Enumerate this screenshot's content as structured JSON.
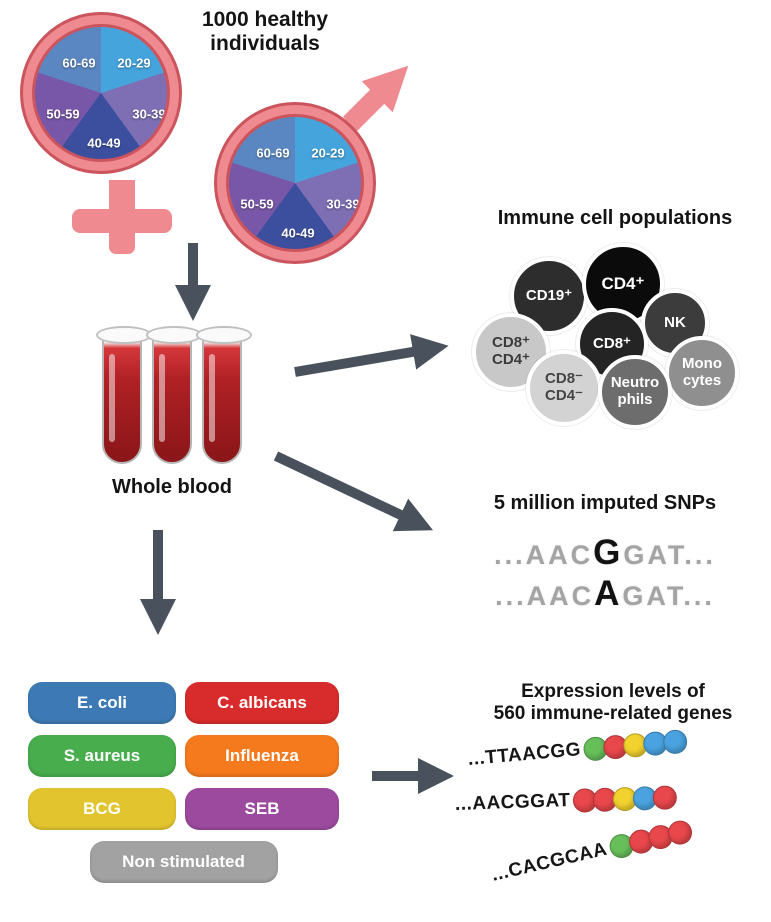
{
  "colors": {
    "arrow": "#49525c",
    "gender_pink": "#ee8a90",
    "blood_red": "#b02125"
  },
  "header": {
    "individuals": "1000 healthy individuals"
  },
  "age_groups": [
    {
      "label": "20-29",
      "color": "#45a4dc"
    },
    {
      "label": "30-39",
      "color": "#7e6eb4"
    },
    {
      "label": "40-49",
      "color": "#3c4f9e"
    },
    {
      "label": "50-59",
      "color": "#7857a8"
    },
    {
      "label": "60-69",
      "color": "#5a87c2"
    }
  ],
  "blood": {
    "label": "Whole blood"
  },
  "immune": {
    "title": "Immune cell populations",
    "cells": [
      {
        "label": "CD19⁺",
        "bg": "#2d2d2d",
        "fg": "#ffffff"
      },
      {
        "label": "CD4⁺",
        "bg": "#0b0b0b",
        "fg": "#ffffff"
      },
      {
        "label": "NK",
        "bg": "#3c3c3c",
        "fg": "#ffffff"
      },
      {
        "label": "CD8⁺ CD4⁺",
        "bg": "#c8c8c8",
        "fg": "#3b3b3b"
      },
      {
        "label": "CD8⁺",
        "bg": "#242424",
        "fg": "#ffffff"
      },
      {
        "label": "Mono cytes",
        "bg": "#8f8f8f",
        "fg": "#ffffff"
      },
      {
        "label": "CD8⁻ CD4⁻",
        "bg": "#d3d3d3",
        "fg": "#454545"
      },
      {
        "label": "Neutro phils",
        "bg": "#6d6d6d",
        "fg": "#ffffff"
      }
    ]
  },
  "snps": {
    "title": "5 million imputed SNPs",
    "sequences": [
      {
        "prefix": "...AAC",
        "variant": "G",
        "suffix": "GAT..."
      },
      {
        "prefix": "...AAC",
        "variant": "A",
        "suffix": "GAT..."
      }
    ]
  },
  "stimuli": {
    "items": [
      {
        "label": "E. coli",
        "color": "#3d7ab5"
      },
      {
        "label": "C. albicans",
        "color": "#d82c2c"
      },
      {
        "label": "S. aureus",
        "color": "#47ad4d"
      },
      {
        "label": "Influenza",
        "color": "#f5791d"
      },
      {
        "label": "BCG",
        "color": "#e2c52e"
      },
      {
        "label": "SEB",
        "color": "#9c4a9e"
      },
      {
        "label": "Non stimulated",
        "color": "#a2a2a2"
      }
    ]
  },
  "expression": {
    "title_line1": "Expression levels of",
    "title_line2": "560 immune-related genes",
    "reads": [
      {
        "seq": "...TTAACGG",
        "beads": [
          "#67bf5a",
          "#e8474b",
          "#f2d22e",
          "#4aa3e0",
          "#4aa3e0"
        ]
      },
      {
        "seq": "...AACGGAT",
        "beads": [
          "#e8474b",
          "#e8474b",
          "#f2d22e",
          "#4aa3e0",
          "#e8474b"
        ]
      },
      {
        "seq": "...CACGCAA",
        "beads": [
          "#67bf5a",
          "#e8474b",
          "#e8474b",
          "#e8474b"
        ]
      }
    ]
  }
}
